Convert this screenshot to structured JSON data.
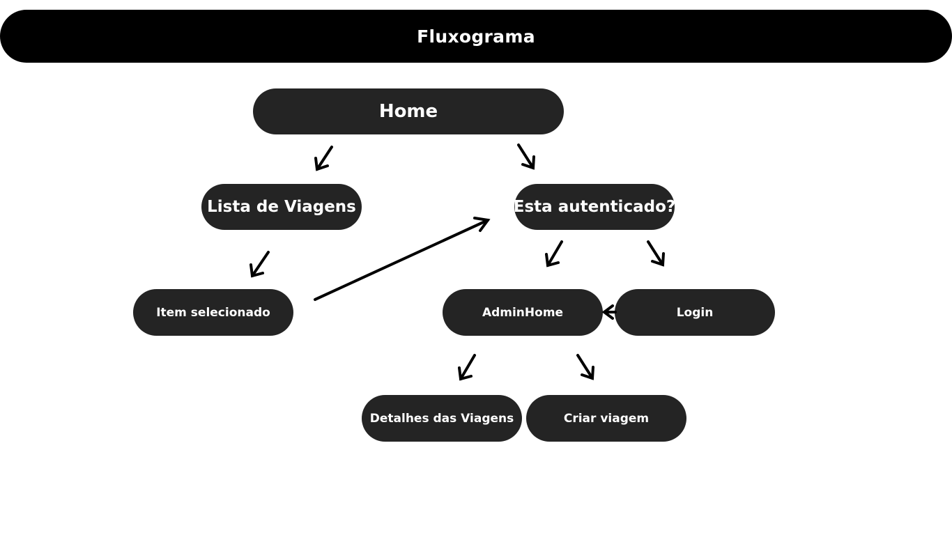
{
  "header": {
    "title": "Fluxograma"
  },
  "nodes": {
    "home": "Home",
    "lista_viagens": "Lista de Viagens",
    "esta_autenticado": "Esta autenticado?",
    "item_selecionado": "Item selecionado",
    "admin_home": "AdminHome",
    "login": "Login",
    "detalhes_viagens": "Detalhes das Viagens",
    "criar_viagem": "Criar viagem"
  },
  "colors": {
    "header_bg": "#000000",
    "node_bg": "#242424",
    "text": "#ffffff",
    "arrow": "#000000"
  }
}
